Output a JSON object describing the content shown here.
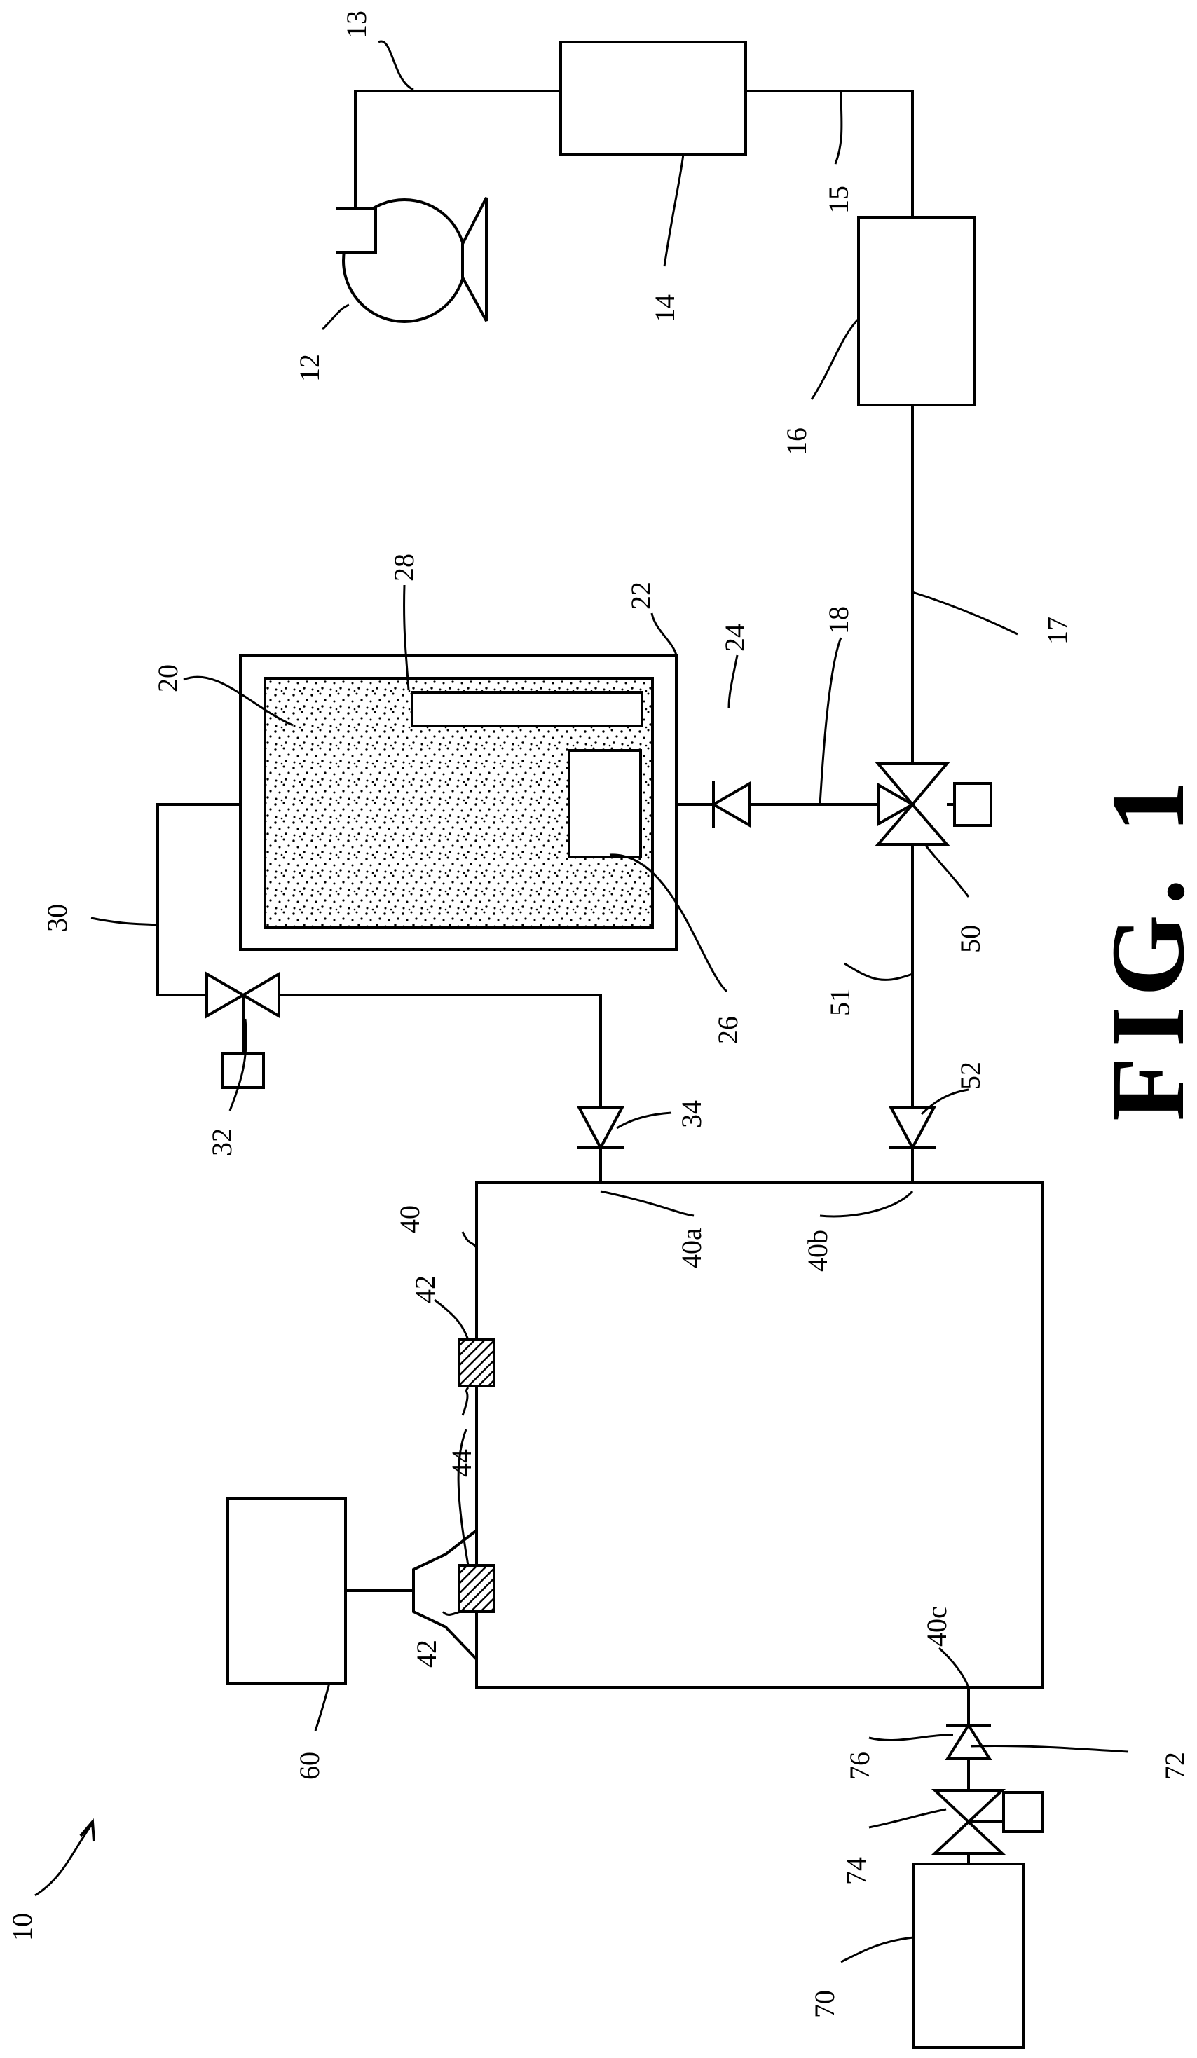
{
  "figure": {
    "caption": "FIG. 1",
    "system_label": "10"
  },
  "labels": {
    "l12": "12",
    "l13": "13",
    "l14": "14",
    "l15": "15",
    "l16": "16",
    "l17": "17",
    "l18": "18",
    "l20": "20",
    "l22": "22",
    "l24": "24",
    "l26": "26",
    "l28": "28",
    "l30": "30",
    "l32": "32",
    "l34": "34",
    "l40": "40",
    "l40a": "40a",
    "l40b": "40b",
    "l40c": "40c",
    "l42a": "42",
    "l42b": "42",
    "l44": "44",
    "l50": "50",
    "l51": "51",
    "l52": "52",
    "l60": "60",
    "l70": "70",
    "l72": "72",
    "l74": "74",
    "l76": "76"
  },
  "colors": {
    "line": "#000000",
    "background": "#ffffff"
  }
}
